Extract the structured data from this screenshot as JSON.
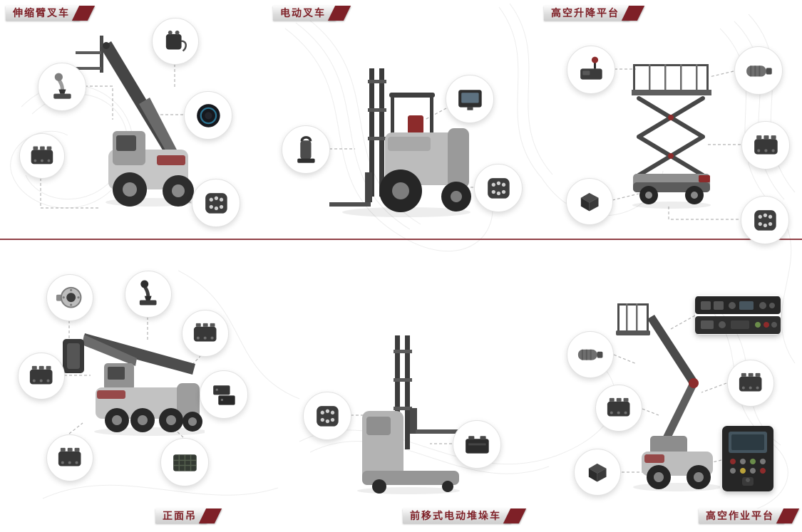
{
  "theme": {
    "accent": "#7e2027",
    "connector_line": "#b3b3b3",
    "background": "#ffffff"
  },
  "sections": [
    {
      "id": "telescopic-boom-forklift",
      "label": "伸缩臂叉车",
      "label_position": "top-left",
      "vehicle": "telehandler",
      "components": [
        "remote-controller",
        "rotary-knob-display",
        "joystick",
        "control-unit",
        "connector-pad"
      ]
    },
    {
      "id": "electric-forklift",
      "label": "电动叉车",
      "label_position": "top-center",
      "vehicle": "counterbalance-forklift",
      "components": [
        "display-unit",
        "lever-control-unit",
        "connector-pad"
      ]
    },
    {
      "id": "aerial-lifting-platform",
      "label": "高空升降平台",
      "label_position": "top-right",
      "vehicle": "scissor-lift",
      "components": [
        "joystick-console",
        "drive-motor",
        "control-unit",
        "electronic-module",
        "connector-pad"
      ]
    },
    {
      "id": "reach-stacker",
      "label": "正面吊",
      "label_position": "bottom-left",
      "vehicle": "reach-stacker",
      "components": [
        "flange-sensor",
        "joystick",
        "control-unit",
        "control-unit-2",
        "module-pair",
        "control-unit-3",
        "grid-panel"
      ]
    },
    {
      "id": "reach-type-electric-stacker",
      "label": "前移式电动堆垛车",
      "label_position": "bottom-center",
      "vehicle": "reach-truck",
      "components": [
        "connector-pad",
        "battery-module"
      ]
    },
    {
      "id": "aerial-work-platform",
      "label": "高空作业平台",
      "label_position": "bottom-right",
      "vehicle": "articulated-boom-lift",
      "components": [
        "drive-motor",
        "control-unit",
        "electronic-module",
        "control-unit-2",
        "instrument-panel",
        "control-console"
      ]
    }
  ]
}
